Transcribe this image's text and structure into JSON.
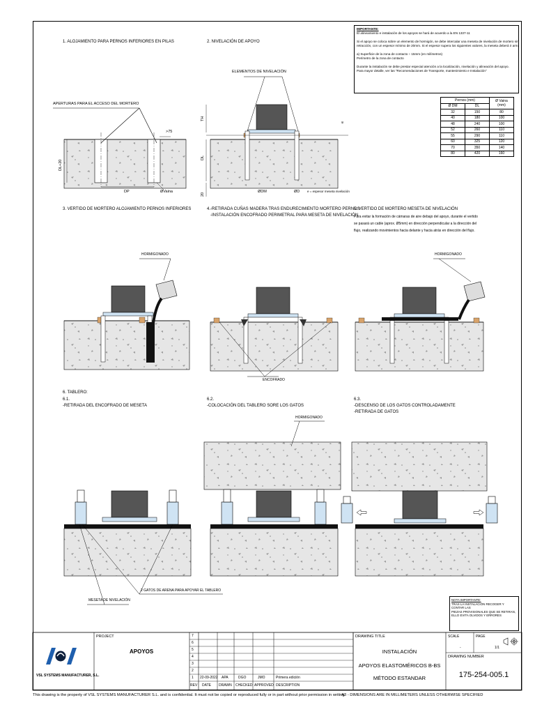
{
  "steps": {
    "s1": "1. ALOJAMIENTO PARA PERNOS INFERIORES EN PILAS",
    "s2": "2. NIVELACIÓN DE APOYO",
    "s3": "3. VERTIDO DE MORTERO ALOJAMIENTO PERNOS INFERIORES",
    "s4a": "4.-RETIRADA CUÑAS MADERA TRAS ENDURECIMIENTO MORTERO PERNOS",
    "s4b": "-INSTALACIÓN ENCOFRADO PERIMETRAL PARA MESETA DE NIVELACIÓN",
    "s5": "5. VERTIDO DE MORTERO MESETA DE NIVELACIÓN",
    "s5_l1": "Para evitar la formación de cámaras de aire debajo del apoyo, durante el vertido",
    "s5_l2": "se pasará un cable (aprox. Ø5mm) en dirección perpendicular a la dirección del",
    "s5_l3": "flujo, realizando movimientos hacia delante y hacia atrás en dirección del flujo.",
    "s6": "6. TABLERO:",
    "s61a": "6.1.",
    "s61b": "-RETIRADA DEL ENCOFRADO DE MESETA",
    "s62a": "6.2.",
    "s62b": "-COLOCACIÓN DEL TABLERO SORE LOS GATOS",
    "s63a": "6.3.",
    "s63b": "-DESCENSO DE LOS GATOS CONTROLADAMENTE",
    "s63c": "-RETIRADA DE GATOS"
  },
  "labels": {
    "aperturas": "APERTURAS PARA EL ACCESO DEL MORTERO",
    "gt75": ">75",
    "dl20": "DL+20",
    "dp": "DP",
    "ovaina": "ØVaina",
    "elementos": "ELEMENTOS DE NIVELACIÓN",
    "th": "TH",
    "dl": "DL",
    "e": "e",
    "n20": "20",
    "odm": "ØDM",
    "od": "ØD",
    "espesor": "e = espesor meseta nivelación",
    "hormigonado": "HORMIGONADO",
    "encofrado": "ENCOFRADO",
    "meseta": "MESETA DE NIVELACIÓN",
    "gatos": "2 GATOS DE ARENA PARA APOYAR EL TABLERO"
  },
  "important": {
    "title": "IMPORTANTE:",
    "lines": [
      "El alineamiento e instalación de los apoyos se hará de acuerdo a la EN 1337-11",
      "",
      "Si el apoyo se coloca sobre un elemento de hormigón, se debe intercalar una meseta de nivelación de mortero sin",
      "retracción, con un espesor mínimo de 20mm. Si el espesor supera los siguientes valores, la meseta deberá ir armada:",
      "",
      "    a)   Superficie de la zona de contacto   ÷   15mm (en milímetros)",
      "          Perímetro de la zona de contacto",
      "",
      "Durante la instalación se debe prestar especial atención a la localización, nivelación y alineación del apoyo.",
      "Para mayor detalle, ver las \"Recomendaciones de Transporte, mantenimiento e Instalación\""
    ]
  },
  "pernos_table": {
    "header": [
      "Pernos (mm)",
      "Ø Vaina (mm)"
    ],
    "subheader": [
      "Ø DM",
      "DL"
    ],
    "rows": [
      [
        "32",
        "150",
        "80"
      ],
      [
        "40",
        "180",
        "100"
      ],
      [
        "48",
        "240",
        "100"
      ],
      [
        "52",
        "260",
        "110"
      ],
      [
        "55",
        "290",
        "110"
      ],
      [
        "60",
        "325",
        "120"
      ],
      [
        "70",
        "350",
        "140"
      ],
      [
        "80",
        "420",
        "160"
      ]
    ]
  },
  "nota": {
    "title": "NOTA IMPORTANTE:",
    "lines": [
      "TRAS LA INSTALACIÓN RECOGER Y CONTAR LAS",
      "PIEZAS PROVISIONALES QUE SE RETIRAN,",
      "ELLO EVITA OLVIDOS Y ERRORES"
    ]
  },
  "titleblock": {
    "company": "VSL SYSTEMS MANUFACTURER, S.L.",
    "project_label": "PROJECT",
    "project": "APOYOS",
    "rev_numbers": [
      "7",
      "6",
      "5",
      "4",
      "3",
      "2",
      "1"
    ],
    "rev1": [
      "22-09-2022",
      "APA",
      "DGO",
      "JMO",
      "Primera edición"
    ],
    "rev_headers": [
      "REV",
      "DATE",
      "DRAWN",
      "CHECKED",
      "APPROVED",
      "DESCRIPTION"
    ],
    "drawing_title_label": "DRAWING TITLE",
    "title1": "INSTALACIÓN",
    "title2": "APOYOS ELASTOMÉRICOS B-BS",
    "title3": "MÉTODO ESTANDAR",
    "scale_label": "SCALE",
    "scale": "-",
    "page_label": "PAGE",
    "page": "1/1",
    "drawing_number_label": "DRAWING NUMBER",
    "drawing_number": "175-254-005.1"
  },
  "footer": {
    "left": "This drawing is the property of VSL SYSTEMS MANUFACTURER S.L. and is confidential. It must not be copied or reproduced fully or in part without prior permission in writing",
    "right": "A3 - DIMENSIONS ARE IN MILLIMETERS UNLESS OTHERWISE SPECIFIED"
  }
}
